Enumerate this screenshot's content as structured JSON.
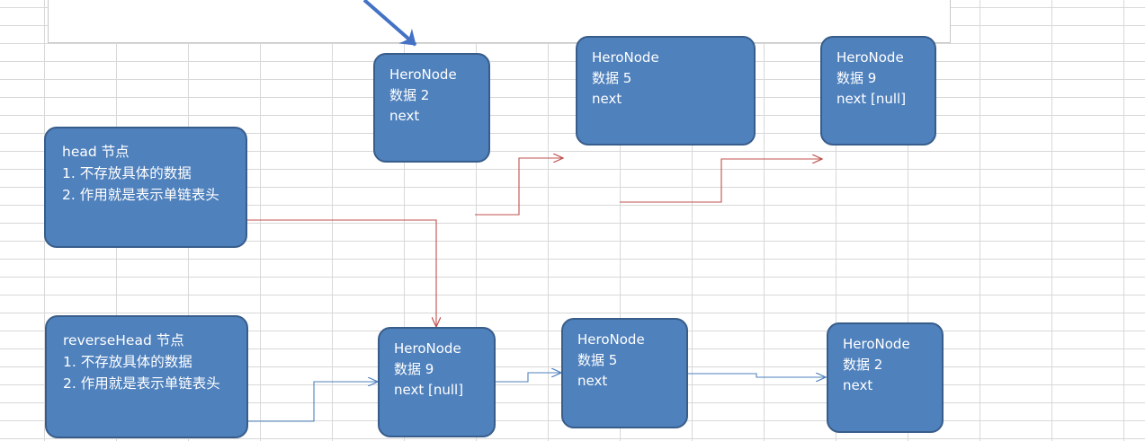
{
  "colors": {
    "node_fill": "#4f81bd",
    "node_border": "#385d8a",
    "node_text": "#ffffff",
    "pointer_red": "#c0504d",
    "pointer_blue": "#4f81bd",
    "grid": "#d8d8d8"
  },
  "head_node": {
    "title": "head 节点",
    "note1": "1. 不存放具体的数据",
    "note2": "2. 作用就是表示单链表头"
  },
  "reverse_head_node": {
    "title": "reverseHead 节点",
    "note1": "1. 不存放具体的数据",
    "note2": "2. 作用就是表示单链表头"
  },
  "top_row": [
    {
      "type": "HeroNode",
      "data": "数据 2",
      "next": "next"
    },
    {
      "type": "HeroNode",
      "data": "数据 5",
      "next": "next"
    },
    {
      "type": "HeroNode",
      "data": "数据 9",
      "next": "next [null]"
    }
  ],
  "bottom_row": [
    {
      "type": "HeroNode",
      "data": "数据 9",
      "next": "next [null]"
    },
    {
      "type": "HeroNode",
      "data": "数据 5",
      "next": "next"
    },
    {
      "type": "HeroNode",
      "data": "数据 2",
      "next": "next"
    }
  ]
}
